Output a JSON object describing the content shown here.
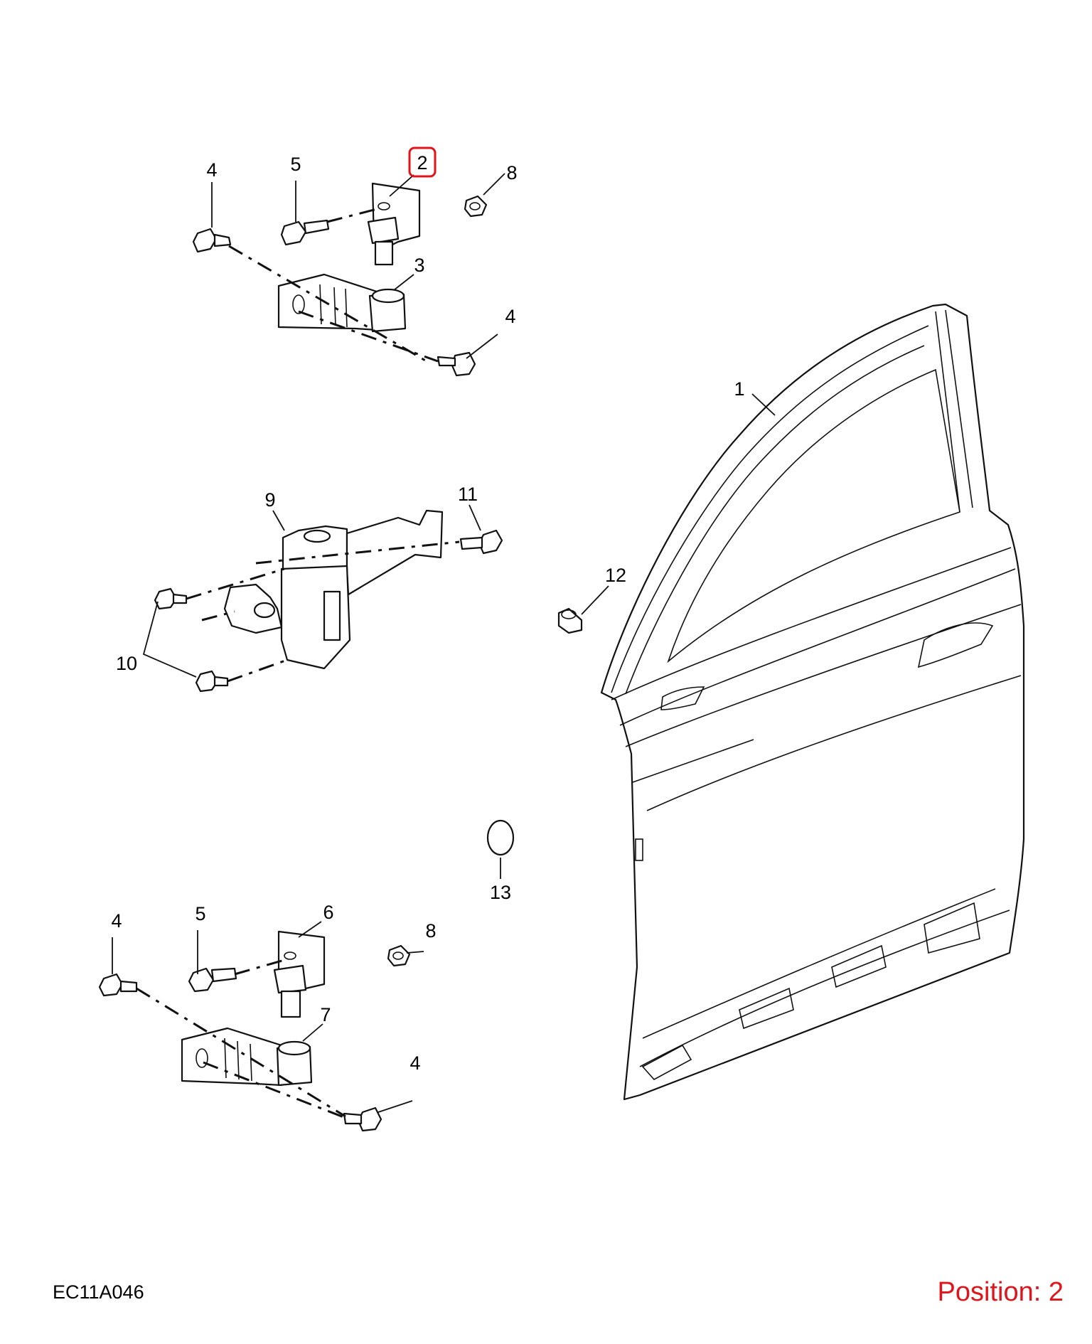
{
  "diagram_code": "EC11A046",
  "position_text": "Position: 2",
  "highlight_color": "#e0141a",
  "callouts": [
    {
      "id": "c1",
      "text": "1"
    },
    {
      "id": "c2",
      "text": "2",
      "highlighted": true
    },
    {
      "id": "c3",
      "text": "3"
    },
    {
      "id": "c4a",
      "text": "4"
    },
    {
      "id": "c4b",
      "text": "4"
    },
    {
      "id": "c4c",
      "text": "4"
    },
    {
      "id": "c4d",
      "text": "4"
    },
    {
      "id": "c5a",
      "text": "5"
    },
    {
      "id": "c5b",
      "text": "5"
    },
    {
      "id": "c6",
      "text": "6"
    },
    {
      "id": "c7",
      "text": "7"
    },
    {
      "id": "c8a",
      "text": "8"
    },
    {
      "id": "c8b",
      "text": "8"
    },
    {
      "id": "c9",
      "text": "9"
    },
    {
      "id": "c10",
      "text": "10"
    },
    {
      "id": "c11",
      "text": "11"
    },
    {
      "id": "c12",
      "text": "12"
    },
    {
      "id": "c13",
      "text": "13"
    }
  ]
}
